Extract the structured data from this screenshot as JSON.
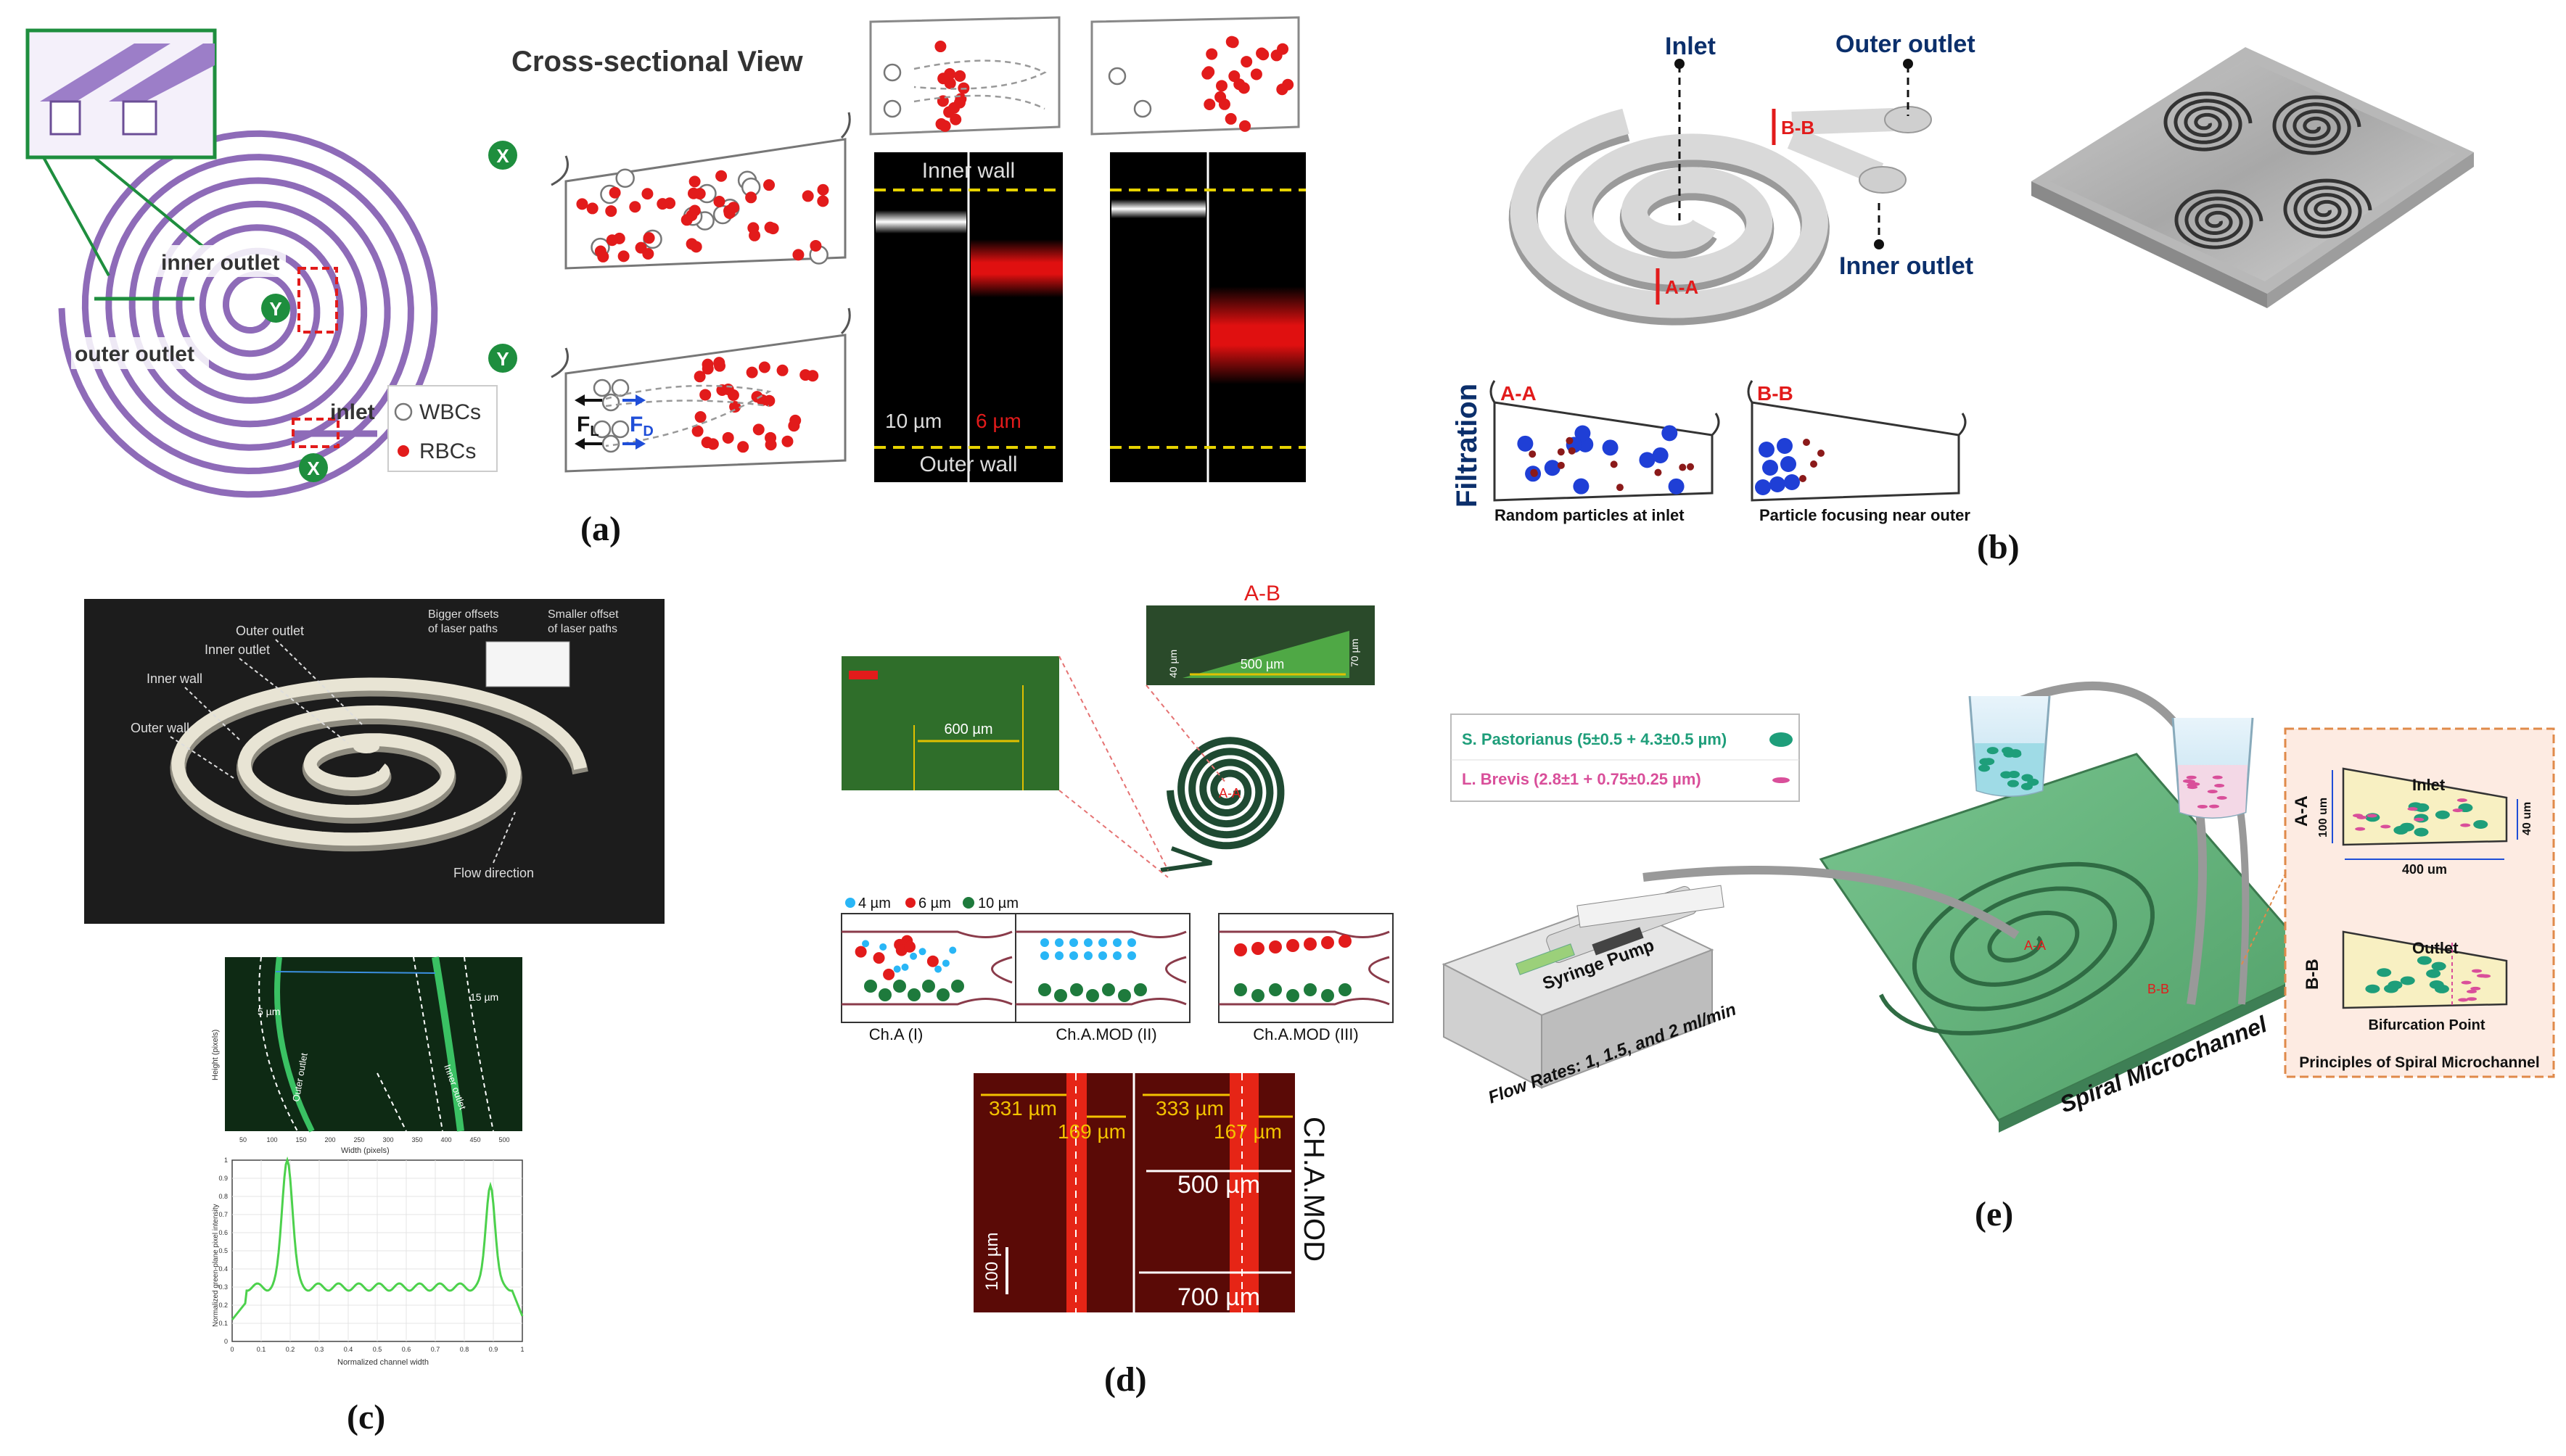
{
  "panel_labels": {
    "a": "(a)",
    "b": "(b)",
    "c": "(c)",
    "d": "(d)",
    "e": "(e)"
  },
  "colors": {
    "purple": "#8e6bb8",
    "red": "#e21b1b",
    "green_badge": "#1e8e3e",
    "navy": "#0b2f6b",
    "gray_channel": "#d7d7d7",
    "dark_green": "#1f4a32",
    "mint": "#6fcf97",
    "pink": "#d94f9a"
  },
  "a": {
    "inner_outlet": "inner outlet",
    "outer_outlet": "outer outlet",
    "inlet": "inlet",
    "cross_title": "Cross-sectional View",
    "badge_x": "X",
    "badge_y": "Y",
    "legend_wbc": "WBCs",
    "legend_rbc": "RBCs",
    "inner_wall": "Inner wall",
    "outer_wall": "Outer wall",
    "size_10": "10 µm",
    "size_6": "6 µm",
    "fl": "F",
    "fl_sub": "L",
    "fd": "F",
    "fd_sub": "D"
  },
  "b": {
    "inlet": "Inlet",
    "outer_outlet": "Outer outlet",
    "inner_outlet": "Inner outlet",
    "bb": "B-B",
    "aa": "A-A",
    "filtration": "Filtration",
    "caption_aa": "Random particles at inlet",
    "caption_bb": "Particle focusing near outer"
  },
  "c": {
    "outer_outlet": "Outer outlet",
    "inner_outlet": "Inner outlet",
    "inner_wall": "Inner wall",
    "outer_wall": "Outer wall",
    "bigger_offsets": "Bigger offsets",
    "bigger_offsets_2": "of laser paths",
    "smaller_offset": "Smaller offset",
    "smaller_offset_2": "of laser paths",
    "flow_direction": "Flow direction",
    "label_5um": "5 µm",
    "label_15um": "15 µm",
    "img_outer": "Outer outlet",
    "img_inner": "Inner outlet",
    "img_ylabel": "Height (pixels)",
    "img_xlabel": "Width (pixels)",
    "img_xticks": [
      "50",
      "100",
      "150",
      "200",
      "250",
      "300",
      "350",
      "400",
      "450",
      "500"
    ],
    "plot_ylabel": "Normalized green-plane pixel intensity",
    "plot_xlabel": "Normalized channel width",
    "plot_xticks": [
      "0",
      "0.1",
      "0.2",
      "0.3",
      "0.4",
      "0.5",
      "0.6",
      "0.7",
      "0.8",
      "0.9",
      "1"
    ],
    "plot_yticks": [
      "0",
      "0.1",
      "0.2",
      "0.3",
      "0.4",
      "0.5",
      "0.6",
      "0.7",
      "0.8",
      "0.9",
      "1"
    ]
  },
  "d": {
    "ab": "A-B",
    "w600": "600 µm",
    "w500": "500 µm",
    "h40": "40 µm",
    "h70": "70 µm",
    "legend_4": "4 µm",
    "legend_6": "6 µm",
    "legend_10": "10 µm",
    "cha": "Ch.A (I)",
    "chamod2": "Ch.A.MOD (II)",
    "chamod3": "Ch.A.MOD (III)",
    "m331": "331 µm",
    "m169": "169 µm",
    "m333": "333 µm",
    "m167": "167 µm",
    "m500": "500 µm",
    "m700": "700 µm",
    "scale100": "100 µm",
    "chamod_vertical": "CH.A.MOD",
    "spiral_aa": "A-A"
  },
  "e": {
    "legend_sp": "S. Pastorianus (5±0.5 + 4.3±0.5 µm)",
    "legend_lb": "L. Brevis (2.8±1 + 0.75±0.25 µm)",
    "syringe_pump": "Syringe Pump",
    "flow_rates": "Flow Rates: 1, 1.5, and 2 ml/min",
    "spiral_microchannel": "Spiral Microchannel",
    "aa": "A-A",
    "bb": "B-B",
    "inlet": "Inlet",
    "outlet": "Outlet",
    "w100": "100 um",
    "w400": "400 um",
    "w40": "40 um",
    "bifurcation": "Bifurcation Point",
    "principles": "Principles of Spiral Microchannel"
  }
}
